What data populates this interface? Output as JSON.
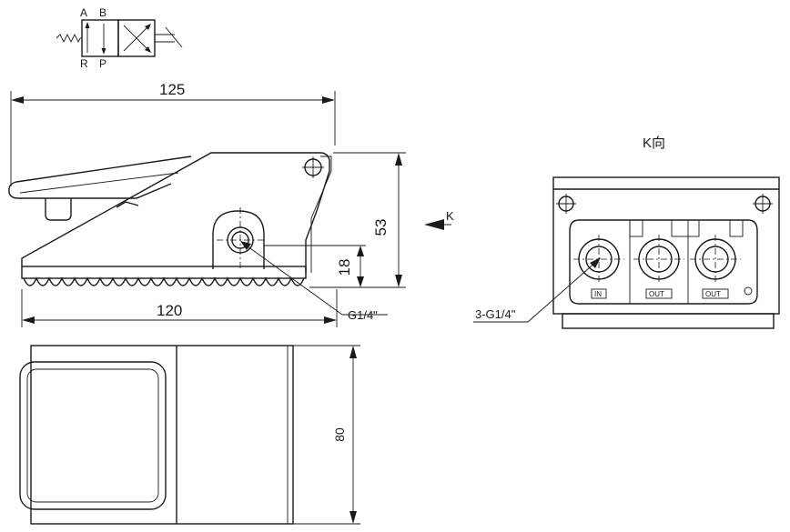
{
  "symbol": {
    "port_a": "A",
    "port_b": "B",
    "port_r": "R",
    "port_p": "P"
  },
  "dimensions": {
    "overall_length": "125",
    "base_length": "120",
    "height": "53",
    "port_height": "18",
    "width": "80"
  },
  "callouts": {
    "side_port": "G1/4\"",
    "end_ports": "3-G1/4\"",
    "view_arrow": "K"
  },
  "end_view": {
    "title": "K向",
    "port_in": "IN",
    "port_out_1": "OUT",
    "port_out_2": "OUT"
  }
}
